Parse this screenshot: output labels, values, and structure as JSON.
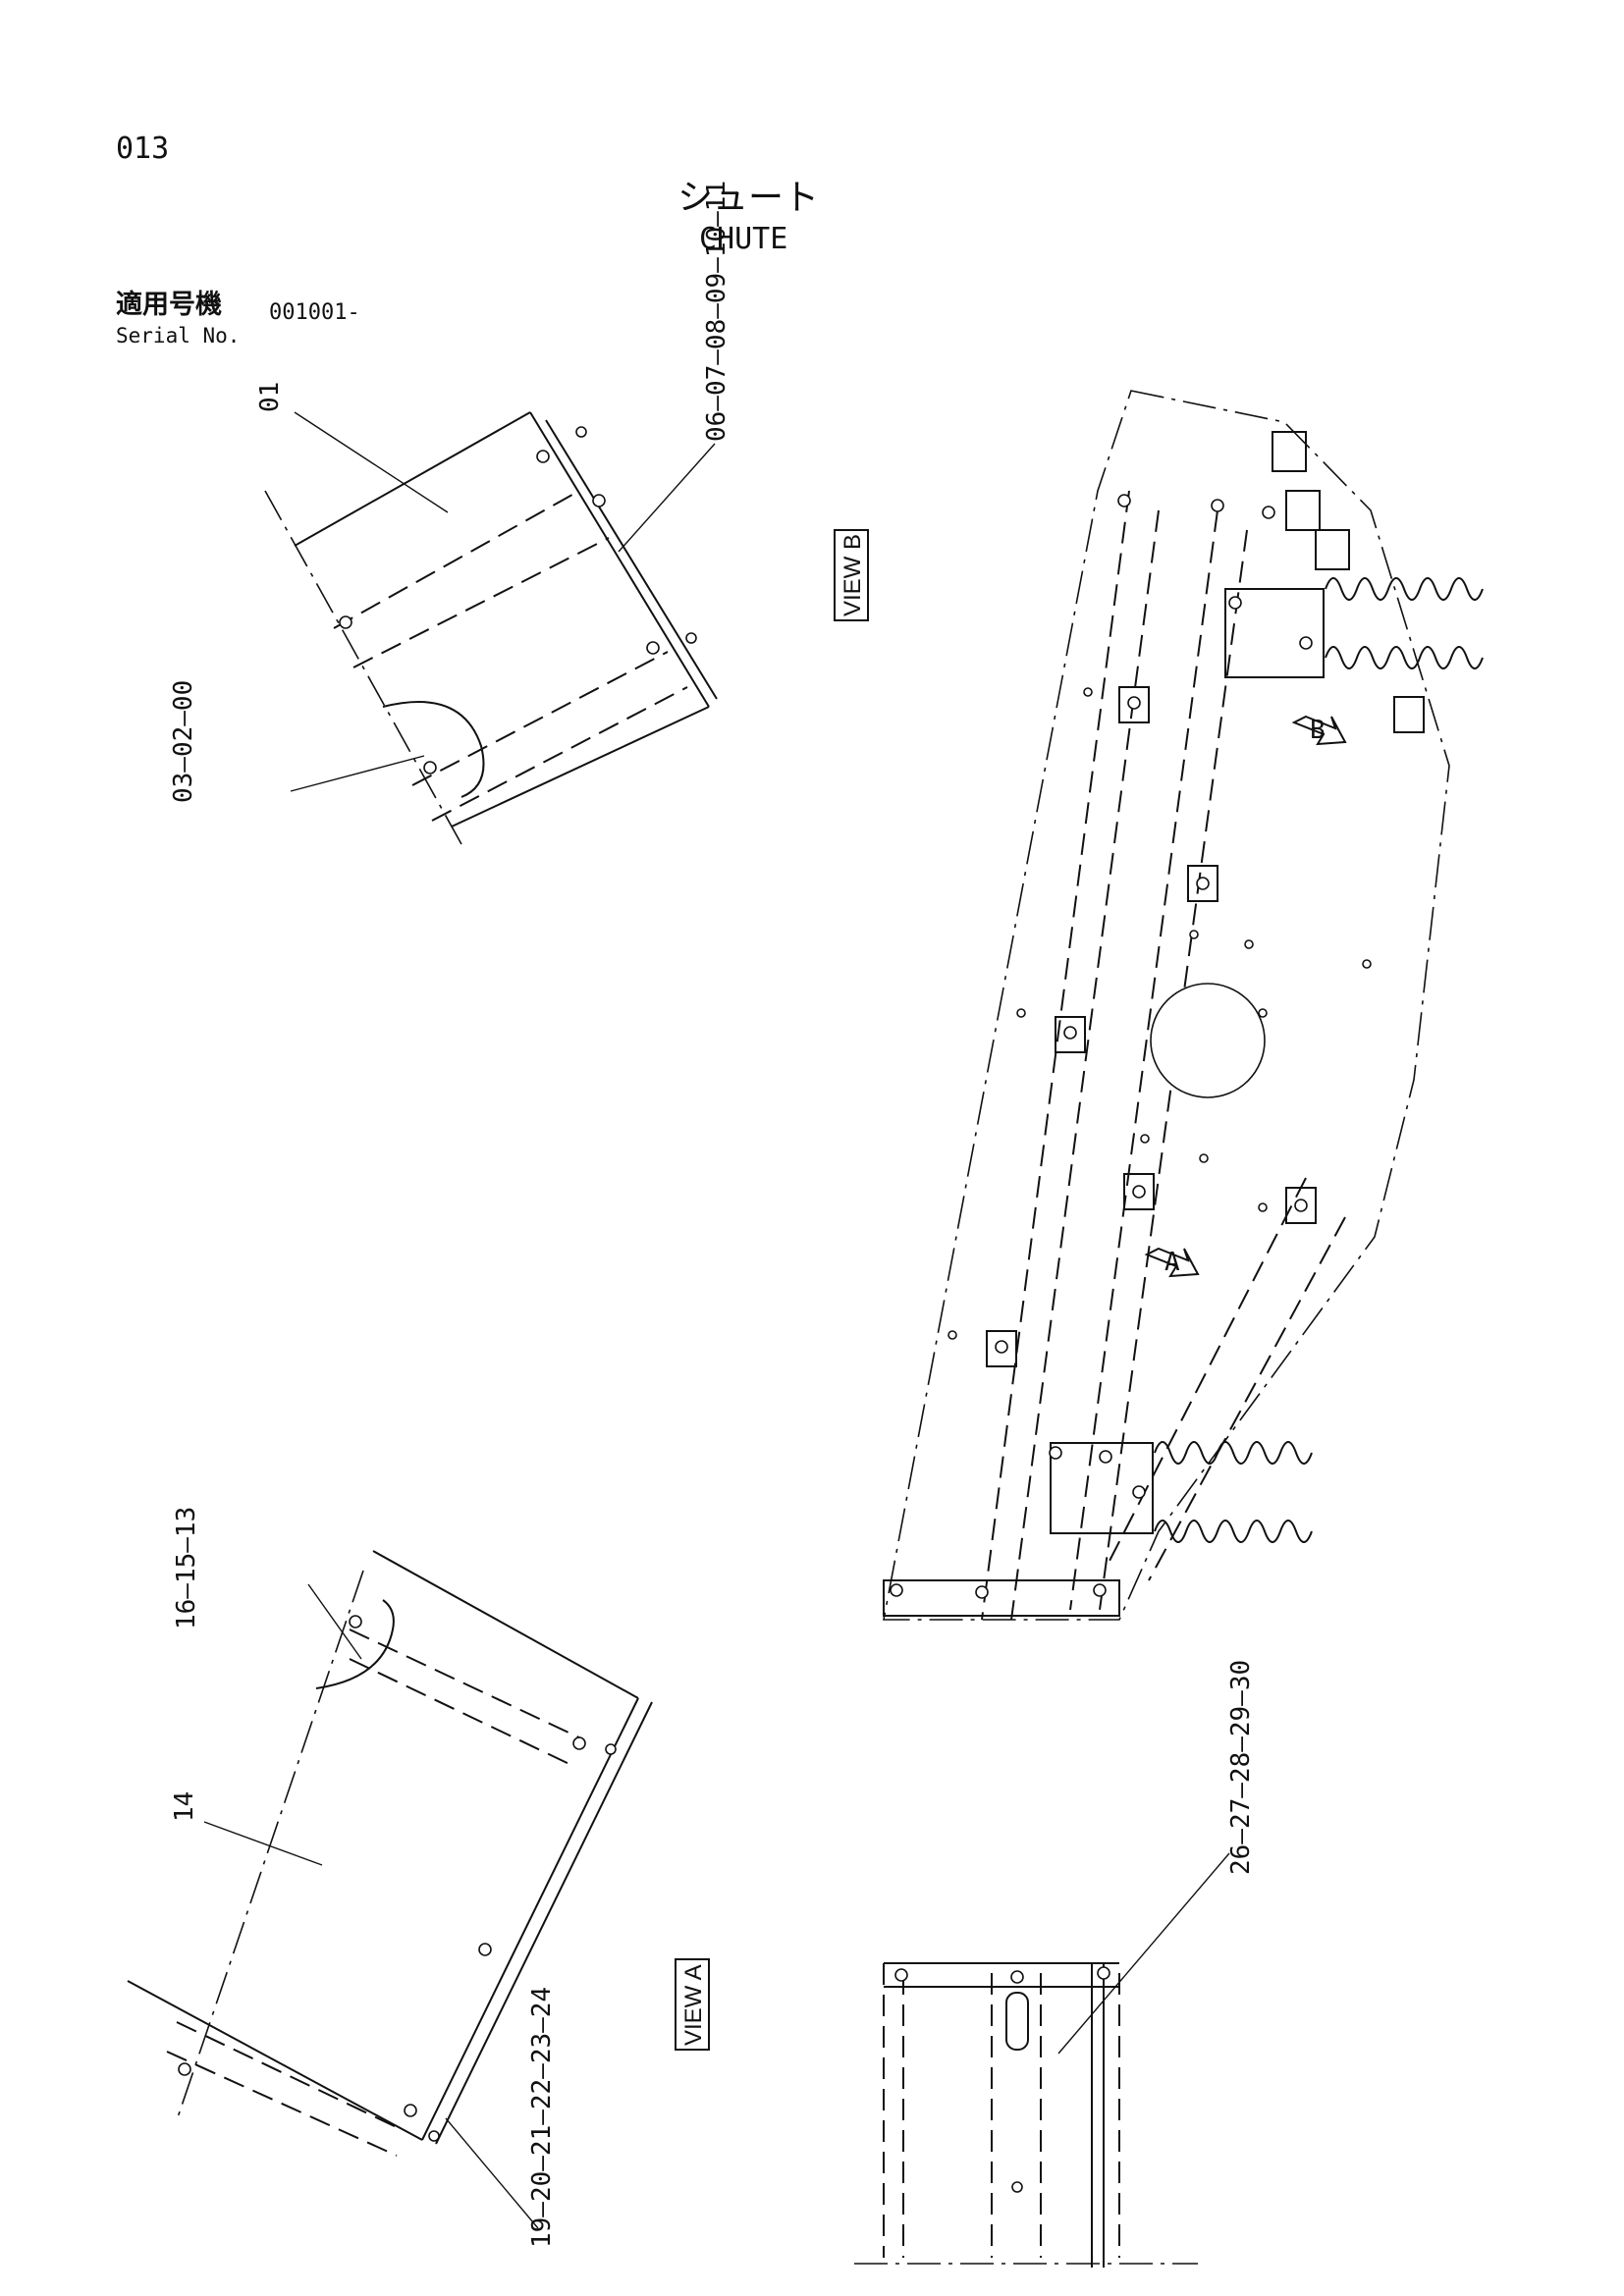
{
  "header": {
    "page_number": "013",
    "title_ja": "シュート",
    "title_en": "CHUTE",
    "serial_label_ja": "適用号機",
    "serial_label_en": "Serial No.",
    "serial_value": "001001-"
  },
  "views": {
    "view_b": "VIEW B",
    "view_a": "VIEW A"
  },
  "callouts": {
    "c01": "01",
    "c00_03": "03—02—00",
    "c06_11": "06—07—08—09—10—11",
    "c13_16": "16—15—13",
    "c14": "14",
    "c19_24": "19—20—21—22—23—24",
    "c26_30": "26—27—28—29—30"
  },
  "arrows": {
    "a": "A",
    "b": "B"
  }
}
